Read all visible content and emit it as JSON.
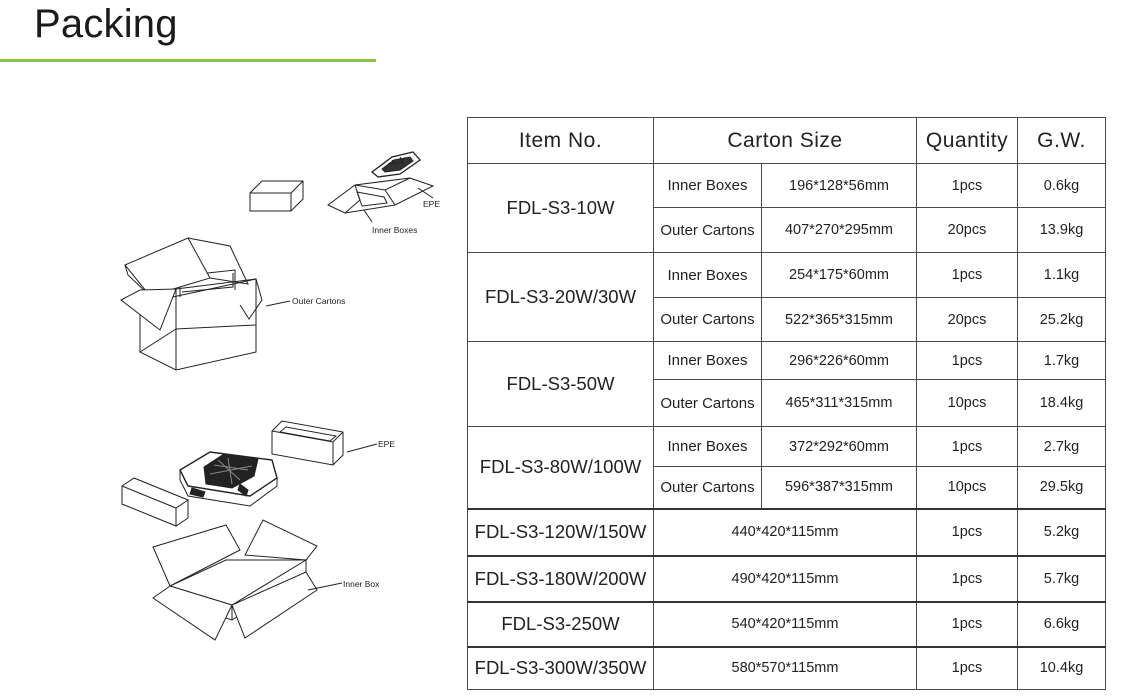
{
  "heading": "Packing",
  "illustration_labels": {
    "epe_top": "EPE",
    "inner_boxes": "Inner Boxes",
    "outer_cartons": "Outer Cartons",
    "epe_bottom": "EPE",
    "inner_box": "Inner Box"
  },
  "table": {
    "headers": [
      "Item No.",
      "Carton Size",
      "Quantity",
      "G.W."
    ],
    "groups": [
      {
        "item": "FDL-S3-10W",
        "rows": [
          {
            "type": "Inner Boxes",
            "size": "196*128*56mm",
            "qty": "1pcs",
            "gw": "0.6kg"
          },
          {
            "type": "Outer Cartons",
            "size": "407*270*295mm",
            "qty": "20pcs",
            "gw": "13.9kg"
          }
        ]
      },
      {
        "item": "FDL-S3-20W/30W",
        "rows": [
          {
            "type": "Inner Boxes",
            "size": "254*175*60mm",
            "qty": "1pcs",
            "gw": "1.1kg"
          },
          {
            "type": "Outer Cartons",
            "size": "522*365*315mm",
            "qty": "20pcs",
            "gw": "25.2kg"
          }
        ]
      },
      {
        "item": "FDL-S3-50W",
        "rows": [
          {
            "type": "Inner Boxes",
            "size": "296*226*60mm",
            "qty": "1pcs",
            "gw": "1.7kg"
          },
          {
            "type": "Outer Cartons",
            "size": "465*311*315mm",
            "qty": "10pcs",
            "gw": "18.4kg"
          }
        ]
      },
      {
        "item": "FDL-S3-80W/100W",
        "rows": [
          {
            "type": "Inner Boxes",
            "size": "372*292*60mm",
            "qty": "1pcs",
            "gw": "2.7kg"
          },
          {
            "type": "Outer Cartons",
            "size": "596*387*315mm",
            "qty": "10pcs",
            "gw": "29.5kg"
          }
        ]
      }
    ],
    "singles": [
      {
        "item": "FDL-S3-120W/150W",
        "size": "440*420*115mm",
        "qty": "1pcs",
        "gw": "5.2kg"
      },
      {
        "item": "FDL-S3-180W/200W",
        "size": "490*420*115mm",
        "qty": "1pcs",
        "gw": "5.7kg"
      },
      {
        "item": "FDL-S3-250W",
        "size": "540*420*115mm",
        "qty": "1pcs",
        "gw": "6.6kg"
      },
      {
        "item": "FDL-S3-300W/350W",
        "size": "580*570*115mm",
        "qty": "1pcs",
        "gw": "10.4kg"
      }
    ]
  }
}
